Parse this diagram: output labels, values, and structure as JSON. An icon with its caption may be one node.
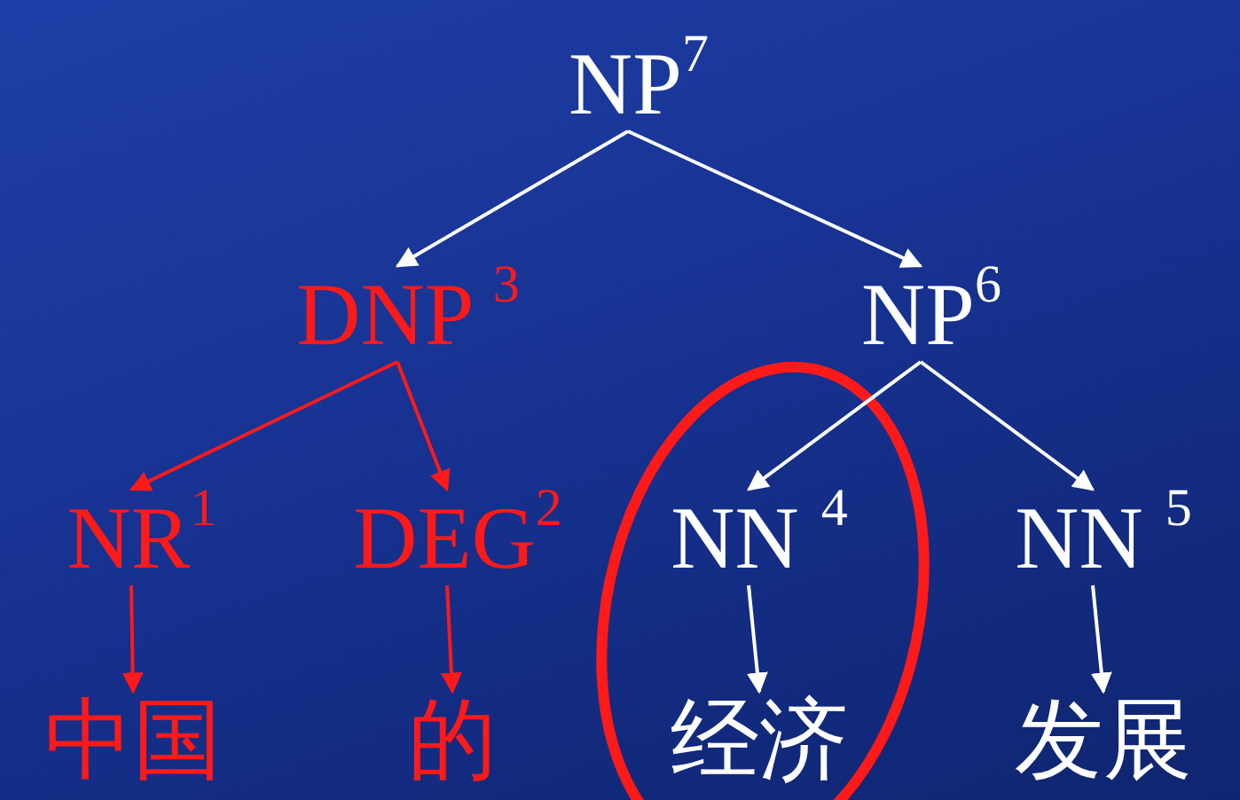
{
  "diagram": {
    "nodes": [
      {
        "text": [
          "NP$^{7}$"
        ]
      },
      {
        "text": [
          "DNP $^{3}$"
        ]
      },
      {
        "text": [
          "NP$^{6}$"
        ]
      },
      {
        "text": [
          "NR$^{1}$"
        ]
      },
      {
        "text": [
          "DEG$^{2}$"
        ]
      },
      {
        "text": [
          "NN $^{4}$"
        ]
      },
      {
        "text": [
          "NN $^{5}$"
        ]
      },
      {
        "text": [
          "中国"
        ]
      },
      {
        "text": [
          "的"
        ]
      },
      {
        "text": [
          "经济"
        ]
      },
      {
        "text": [
          "发展"
        ]
      }
    ],
    "edges": [
      {
        "from": 0,
        "to": 1,
        "arrow": "to"
      },
      {
        "from": 0,
        "to": 2,
        "arrow": "to"
      },
      {
        "from": 1,
        "to": 3,
        "arrow": "to",
        "color": "#ff1a1a"
      },
      {
        "from": 1,
        "to": 4,
        "arrow": "to",
        "color": "#ff1a1a"
      },
      {
        "from": 2,
        "to": 5,
        "arrow": "to"
      },
      {
        "from": 2,
        "to": 6,
        "arrow": "to"
      },
      {
        "from": 3,
        "to": 7,
        "arrow": "to",
        "color": "#ff1a1a"
      },
      {
        "from": 4,
        "to": 8,
        "arrow": "to",
        "color": "#ff1a1a"
      },
      {
        "from": 5,
        "to": 9,
        "arrow": "to"
      },
      {
        "from": 6,
        "to": 10,
        "arrow": "to"
      }
    ]
  }
}
